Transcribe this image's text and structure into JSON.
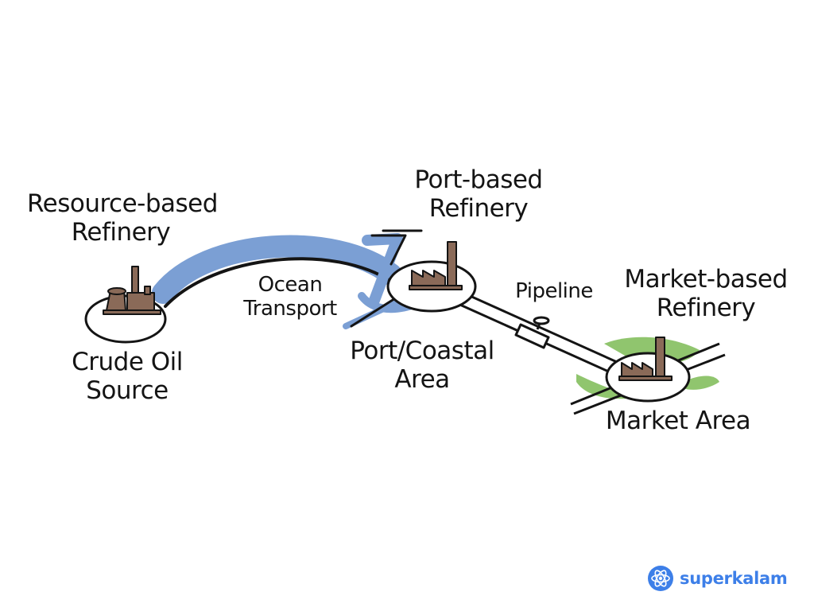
{
  "labels": {
    "resource_title": "Resource-based",
    "resource_title_2": "Refinery",
    "crude_source": "Crude Oil",
    "crude_source_2": "Source",
    "ocean_transport": "Ocean",
    "ocean_transport_2": "Transport",
    "port_title": "Port-based",
    "port_title_2": "Refinery",
    "port_area": "Port/Coastal",
    "port_area_2": "Area",
    "pipeline": "Pipeline",
    "market_title": "Market-based",
    "market_title_2": "Refinery",
    "market_area": "Market Area"
  },
  "brand": {
    "name": "superkalam",
    "icon": "atom-logo-icon"
  },
  "colors": {
    "water": "#7b9fd4",
    "grass": "#90c56e",
    "factory": "#8a6a58",
    "ink": "#141414",
    "brand": "#3d7fe8"
  }
}
